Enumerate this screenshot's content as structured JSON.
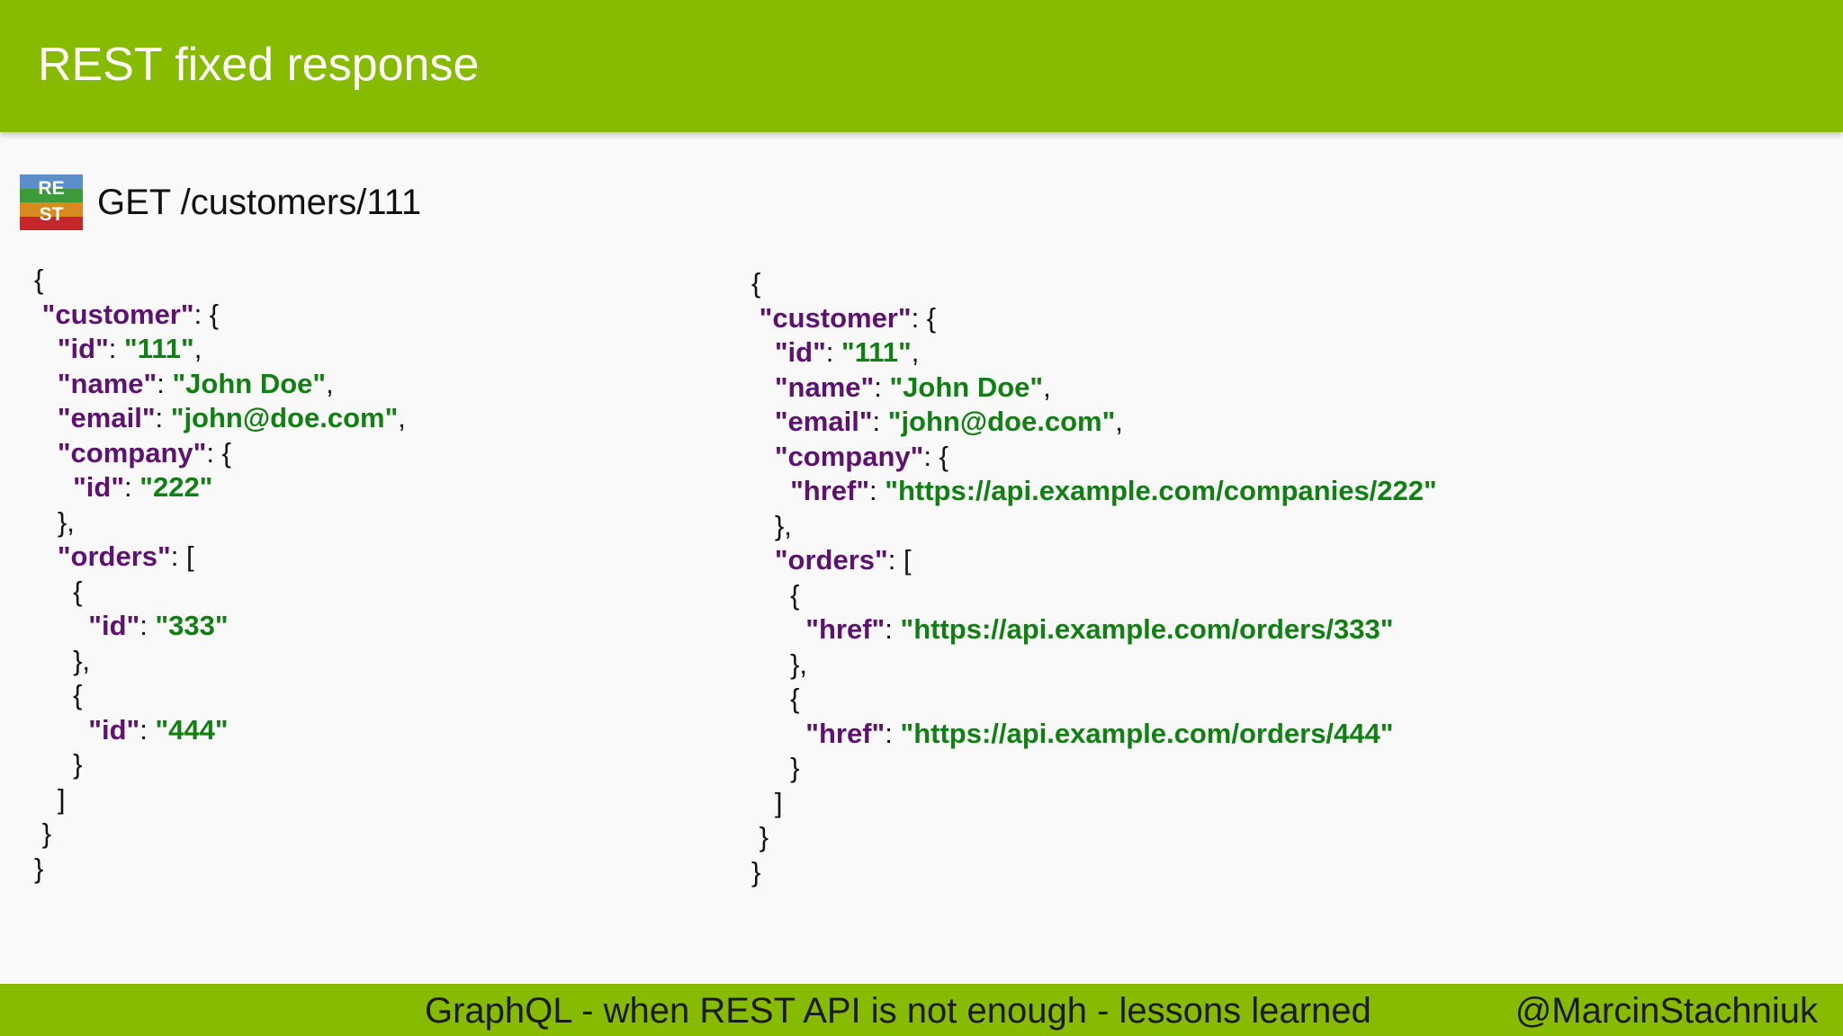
{
  "slide": {
    "title": "REST fixed response",
    "logo_text": [
      "RE",
      "ST"
    ],
    "endpoint": "GET /customers/111",
    "footer_text": "GraphQL - when REST API is not enough - lessons learned",
    "footer_handle": "@MarcinStachniuk"
  },
  "colors": {
    "header_bg": "#86bb00",
    "json_key": "#5e1171",
    "json_string": "#118012"
  },
  "json_left": [
    [
      {
        "t": "p",
        "v": "{"
      }
    ],
    [
      {
        "t": "p",
        "v": " "
      },
      {
        "t": "k",
        "v": "\"customer\""
      },
      {
        "t": "p",
        "v": ": {"
      }
    ],
    [
      {
        "t": "p",
        "v": "   "
      },
      {
        "t": "k",
        "v": "\"id\""
      },
      {
        "t": "p",
        "v": ": "
      },
      {
        "t": "s",
        "v": "\"111\""
      },
      {
        "t": "p",
        "v": ","
      }
    ],
    [
      {
        "t": "p",
        "v": "   "
      },
      {
        "t": "k",
        "v": "\"name\""
      },
      {
        "t": "p",
        "v": ": "
      },
      {
        "t": "s",
        "v": "\"John Doe\""
      },
      {
        "t": "p",
        "v": ","
      }
    ],
    [
      {
        "t": "p",
        "v": "   "
      },
      {
        "t": "k",
        "v": "\"email\""
      },
      {
        "t": "p",
        "v": ": "
      },
      {
        "t": "s",
        "v": "\"john@doe.com\""
      },
      {
        "t": "p",
        "v": ","
      }
    ],
    [
      {
        "t": "p",
        "v": "   "
      },
      {
        "t": "k",
        "v": "\"company\""
      },
      {
        "t": "p",
        "v": ": {"
      }
    ],
    [
      {
        "t": "p",
        "v": "     "
      },
      {
        "t": "k",
        "v": "\"id\""
      },
      {
        "t": "p",
        "v": ": "
      },
      {
        "t": "s",
        "v": "\"222\""
      }
    ],
    [
      {
        "t": "p",
        "v": "   },"
      }
    ],
    [
      {
        "t": "p",
        "v": "   "
      },
      {
        "t": "k",
        "v": "\"orders\""
      },
      {
        "t": "p",
        "v": ": ["
      }
    ],
    [
      {
        "t": "p",
        "v": "     {"
      }
    ],
    [
      {
        "t": "p",
        "v": "       "
      },
      {
        "t": "k",
        "v": "\"id\""
      },
      {
        "t": "p",
        "v": ": "
      },
      {
        "t": "s",
        "v": "\"333\""
      }
    ],
    [
      {
        "t": "p",
        "v": "     },"
      }
    ],
    [
      {
        "t": "p",
        "v": "     {"
      }
    ],
    [
      {
        "t": "p",
        "v": "       "
      },
      {
        "t": "k",
        "v": "\"id\""
      },
      {
        "t": "p",
        "v": ": "
      },
      {
        "t": "s",
        "v": "\"444\""
      }
    ],
    [
      {
        "t": "p",
        "v": "     }"
      }
    ],
    [
      {
        "t": "p",
        "v": "   ]"
      }
    ],
    [
      {
        "t": "p",
        "v": " }"
      }
    ],
    [
      {
        "t": "p",
        "v": "}"
      }
    ]
  ],
  "json_right": [
    [
      {
        "t": "p",
        "v": "{"
      }
    ],
    [
      {
        "t": "p",
        "v": " "
      },
      {
        "t": "k",
        "v": "\"customer\""
      },
      {
        "t": "p",
        "v": ": {"
      }
    ],
    [
      {
        "t": "p",
        "v": "   "
      },
      {
        "t": "k",
        "v": "\"id\""
      },
      {
        "t": "p",
        "v": ": "
      },
      {
        "t": "s",
        "v": "\"111\""
      },
      {
        "t": "p",
        "v": ","
      }
    ],
    [
      {
        "t": "p",
        "v": "   "
      },
      {
        "t": "k",
        "v": "\"name\""
      },
      {
        "t": "p",
        "v": ": "
      },
      {
        "t": "s",
        "v": "\"John Doe\""
      },
      {
        "t": "p",
        "v": ","
      }
    ],
    [
      {
        "t": "p",
        "v": "   "
      },
      {
        "t": "k",
        "v": "\"email\""
      },
      {
        "t": "p",
        "v": ": "
      },
      {
        "t": "s",
        "v": "\"john@doe.com\""
      },
      {
        "t": "p",
        "v": ","
      }
    ],
    [
      {
        "t": "p",
        "v": "   "
      },
      {
        "t": "k",
        "v": "\"company\""
      },
      {
        "t": "p",
        "v": ": {"
      }
    ],
    [
      {
        "t": "p",
        "v": "     "
      },
      {
        "t": "k",
        "v": "\"href\""
      },
      {
        "t": "p",
        "v": ": "
      },
      {
        "t": "s",
        "v": "\"https://api.example.com/companies/222\""
      }
    ],
    [
      {
        "t": "p",
        "v": "   },"
      }
    ],
    [
      {
        "t": "p",
        "v": "   "
      },
      {
        "t": "k",
        "v": "\"orders\""
      },
      {
        "t": "p",
        "v": ": ["
      }
    ],
    [
      {
        "t": "p",
        "v": "     {"
      }
    ],
    [
      {
        "t": "p",
        "v": "       "
      },
      {
        "t": "k",
        "v": "\"href\""
      },
      {
        "t": "p",
        "v": ": "
      },
      {
        "t": "s",
        "v": "\"https://api.example.com/orders/333\""
      }
    ],
    [
      {
        "t": "p",
        "v": "     },"
      }
    ],
    [
      {
        "t": "p",
        "v": "     {"
      }
    ],
    [
      {
        "t": "p",
        "v": "       "
      },
      {
        "t": "k",
        "v": "\"href\""
      },
      {
        "t": "p",
        "v": ": "
      },
      {
        "t": "s",
        "v": "\"https://api.example.com/orders/444\""
      }
    ],
    [
      {
        "t": "p",
        "v": "     }"
      }
    ],
    [
      {
        "t": "p",
        "v": "   ]"
      }
    ],
    [
      {
        "t": "p",
        "v": " }"
      }
    ],
    [
      {
        "t": "p",
        "v": "}"
      }
    ]
  ]
}
